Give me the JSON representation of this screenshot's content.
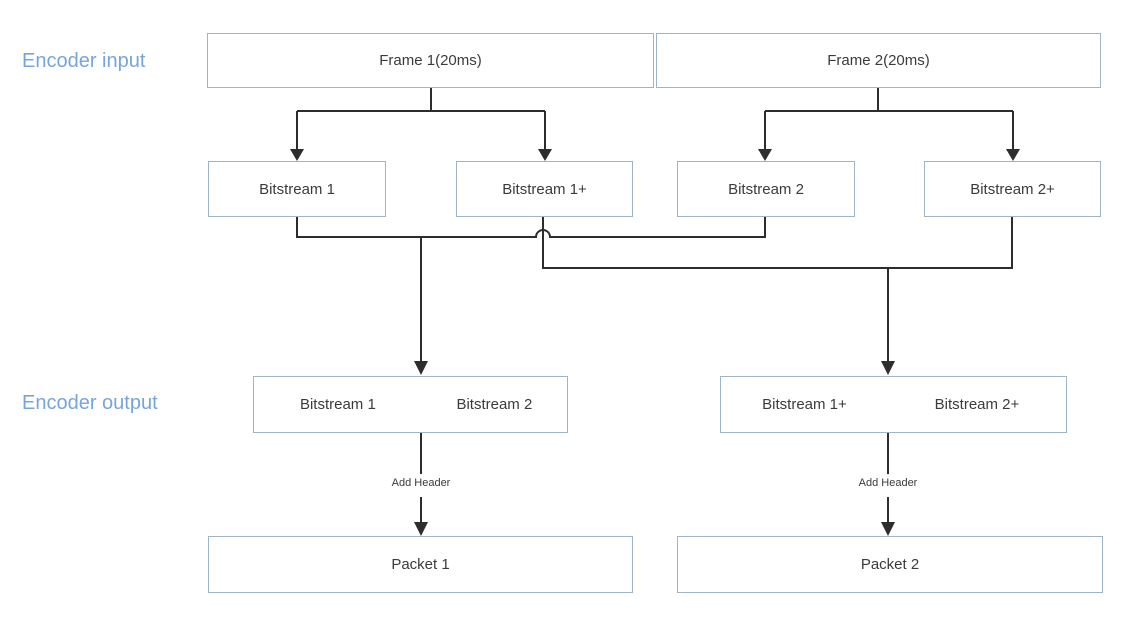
{
  "colors": {
    "accent_label": "#78a4dc",
    "box_border": "#9fb4c6",
    "connector": "#2d2d2d",
    "text": "#3b3b3b"
  },
  "labels": {
    "encoder_input": "Encoder input",
    "encoder_output": "Encoder output"
  },
  "frames": [
    "Frame 1(20ms)",
    "Frame 2(20ms)"
  ],
  "bitstream_boxes": [
    "Bitstream 1",
    "Bitstream 1+",
    "Bitstream 2",
    "Bitstream 2+"
  ],
  "output_boxes": [
    {
      "cells": [
        "Bitstream 1",
        "Bitstream 2"
      ]
    },
    {
      "cells": [
        "Bitstream 1+",
        "Bitstream 2+"
      ]
    }
  ],
  "add_header_labels": [
    "Add Header",
    "Add Header"
  ],
  "packets": [
    "Packet 1",
    "Packet 2"
  ]
}
